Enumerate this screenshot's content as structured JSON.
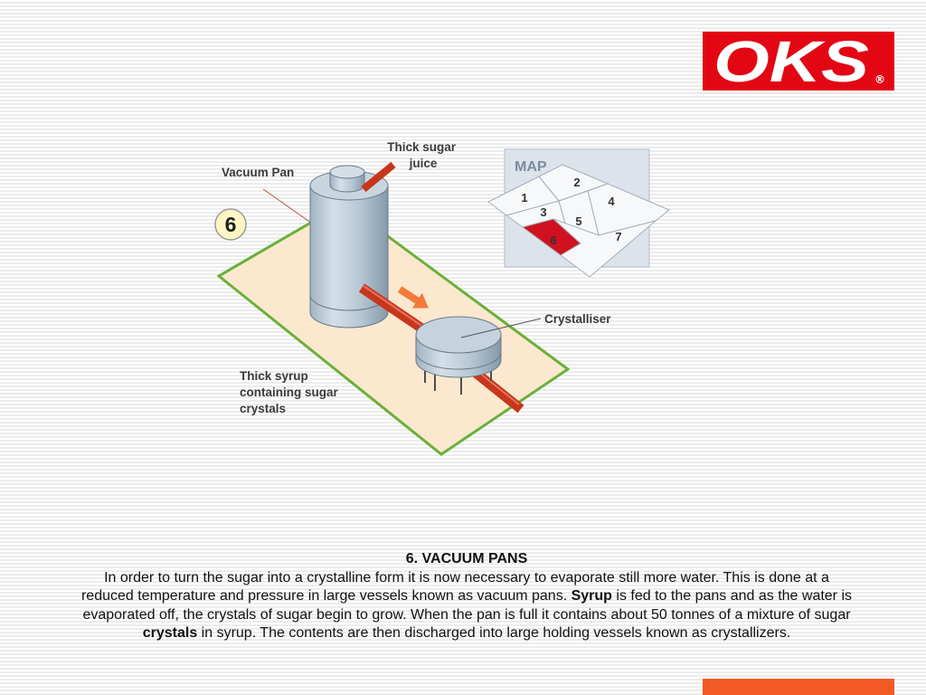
{
  "slide": {
    "logo_text": "OKS",
    "logo_mark": "®",
    "colors": {
      "logo_red": "#e30613",
      "accent_bar": "#f25a24",
      "map_highlight": "#d0111f",
      "pipe": "#c8361c",
      "flow_arrow": "#f27a3a",
      "base_border": "#6ab03a",
      "base_fill": "#fbe8cf"
    }
  },
  "diagram": {
    "step_badge": "6",
    "labels": {
      "vacuum_pan": "Vacuum Pan",
      "thick_sugar_juice": [
        "Thick sugar",
        "juice"
      ],
      "crystalliser": "Crystalliser",
      "thick_syrup": [
        "Thick syrup",
        "containing sugar",
        "crystals"
      ]
    },
    "map": {
      "title": "MAP",
      "regions": [
        {
          "label": "1",
          "highlighted": false
        },
        {
          "label": "2",
          "highlighted": false
        },
        {
          "label": "3",
          "highlighted": false
        },
        {
          "label": "4",
          "highlighted": false
        },
        {
          "label": "5",
          "highlighted": false
        },
        {
          "label": "6",
          "highlighted": true
        },
        {
          "label": "7",
          "highlighted": false
        }
      ]
    }
  },
  "caption": {
    "heading": "6. VACUUM PANS",
    "lines": [
      [
        "In order to turn the sugar into a crystalline form it is now necessary to evaporate still more water. This is done at a"
      ],
      [
        "reduced temperature and pressure in large vessels known as vacuum pans.",
        "Syrup",
        "is fed to the pans and as the water is"
      ],
      [
        "evaporated off, the crystals of sugar begin to grow. When the pan is full it contains about 50 tonnes of a mixture of sugar"
      ],
      [
        "crystals",
        "in syrup. The contents are then discharged into large holding vessels known as crystallizers."
      ]
    ]
  }
}
